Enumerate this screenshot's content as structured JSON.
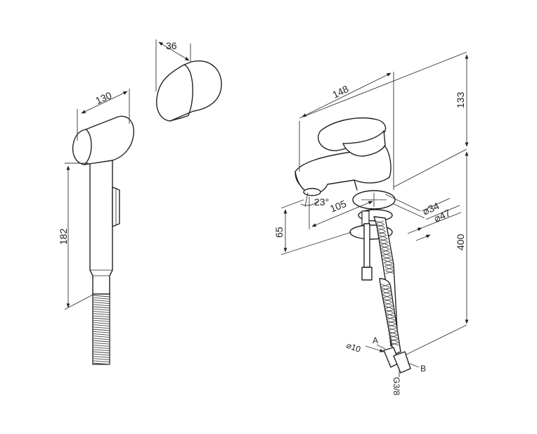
{
  "dimensions": {
    "holder_depth": "36",
    "handshower_width": "130",
    "handshower_height": "182",
    "spout_reach": "148",
    "mixer_height": "133",
    "hose_length": "400",
    "spout_angle": "23°",
    "spout_projection": "105",
    "spout_clearance": "65",
    "base_diameter_inner": "⌀34",
    "base_diameter_outer": "⌀47",
    "connector_diameter": "⌀10",
    "thread": "G3/8"
  },
  "callouts": {
    "hose_a": "A",
    "hose_b": "B"
  }
}
